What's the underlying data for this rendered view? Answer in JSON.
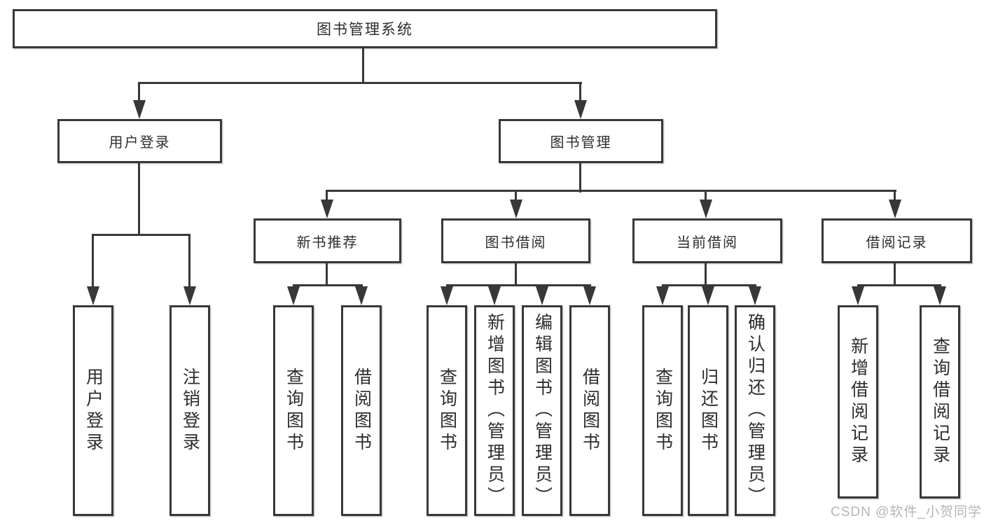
{
  "diagram": {
    "root": {
      "label": "图书管理系统"
    },
    "children": [
      {
        "label": "用户登录",
        "children": [
          {
            "label": "用户登录"
          },
          {
            "label": "注销登录"
          }
        ]
      },
      {
        "label": "图书管理",
        "children": [
          {
            "label": "新书推荐",
            "children": [
              {
                "label": "查询图书"
              },
              {
                "label": "借阅图书"
              }
            ]
          },
          {
            "label": "图书借阅",
            "children": [
              {
                "label": "查询图书"
              },
              {
                "label": "新增图书（管理员）"
              },
              {
                "label": "编辑图书（管理员）"
              },
              {
                "label": "借阅图书"
              }
            ]
          },
          {
            "label": "当前借阅",
            "children": [
              {
                "label": "查询图书"
              },
              {
                "label": "归还图书"
              },
              {
                "label": "确认归还（管理员）"
              }
            ]
          },
          {
            "label": "借阅记录",
            "children": [
              {
                "label": "新增借阅记录"
              },
              {
                "label": "查询借阅记录"
              }
            ]
          }
        ]
      }
    ]
  },
  "watermark": {
    "text": "CSDN @软件_小贺同学"
  },
  "colors": {
    "line": "#383838",
    "text": "#2d2d2d",
    "watermark": "#b5b5b5",
    "background": "#ffffff"
  }
}
